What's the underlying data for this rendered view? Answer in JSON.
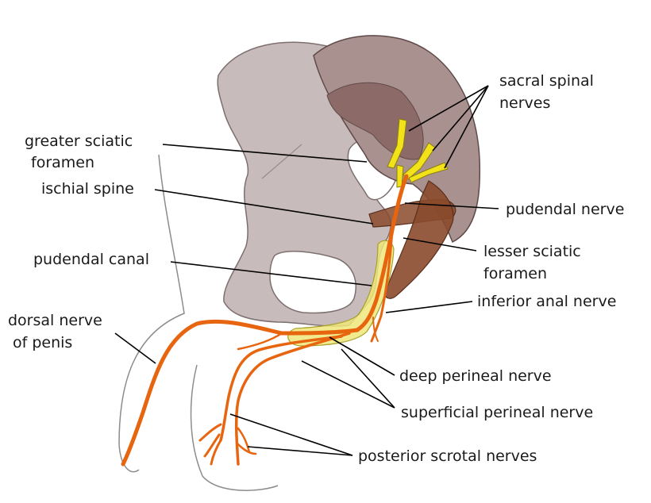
{
  "labels": {
    "sacral_line1": "sacral spinal",
    "sacral_line2": "nerves",
    "greater_line1": "greater sciatic",
    "greater_line2": "foramen",
    "ischial": "ischial spine",
    "pudendal_nerve": "pudendal nerve",
    "lesser_line1": "lesser sciatic",
    "lesser_line2": "foramen",
    "pudendal_canal": "pudendal canal",
    "inferior_anal": "inferior anal nerve",
    "dorsal_line1": "dorsal nerve",
    "dorsal_line2": "of penis",
    "deep_perineal": "deep perineal nerve",
    "superficial_perineal": "superficial perineal nerve",
    "posterior_scrotal": "posterior scrotal nerves"
  },
  "colors": {
    "pelvis_bone": "#c8bbbb",
    "sacrum_light": "#a9918f",
    "sacrum_dark": "#8c6a68",
    "ligament": "#8a4a2c",
    "nerve": "#e8650f",
    "sacral_nerve": "#f2e21a",
    "canal": "#eee67a"
  }
}
